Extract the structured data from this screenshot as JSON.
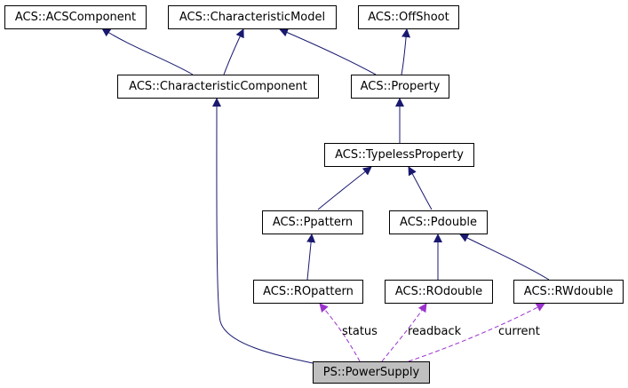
{
  "colors": {
    "inheritance": "#191970",
    "usage": "#9a32cd",
    "focus_fill": "#bfbfbf"
  },
  "nodes": {
    "acs_component": "ACS::ACSComponent",
    "characteristic_model": "ACS::CharacteristicModel",
    "offshoot": "ACS::OffShoot",
    "characteristic_component": "ACS::CharacteristicComponent",
    "property": "ACS::Property",
    "typeless_property": "ACS::TypelessProperty",
    "ppattern": "ACS::Ppattern",
    "pdouble": "ACS::Pdouble",
    "ropattern": "ACS::ROpattern",
    "rodouble": "ACS::ROdouble",
    "rwdouble": "ACS::RWdouble",
    "power_supply": "PS::PowerSupply"
  },
  "edge_labels": {
    "status": "status",
    "readback": "readback",
    "current": "current"
  }
}
